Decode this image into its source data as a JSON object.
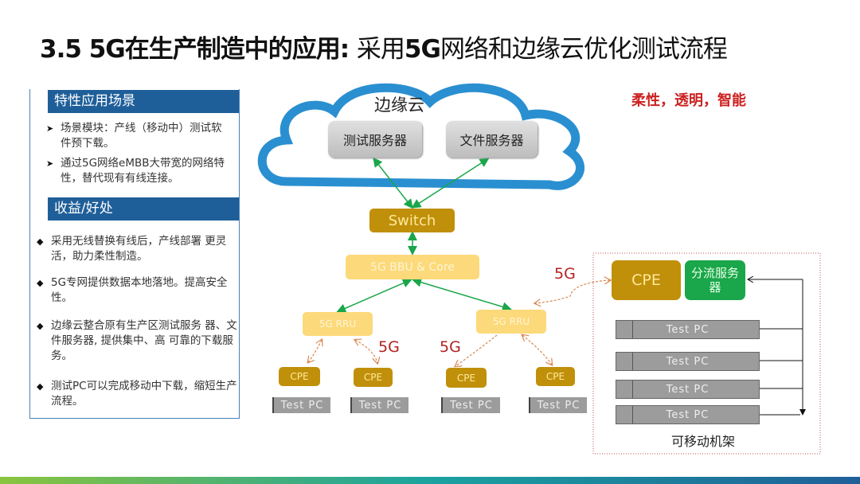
{
  "title": {
    "bold": "3.5 5G在生产制造中的应用: ",
    "rest_prefix": "采用",
    "bold2": "5G",
    "rest": "网络和边缘云优化测试流程"
  },
  "left_panel": {
    "section1": {
      "heading": "特性应用场景",
      "items": [
        "场景模块：产线（移动中）测试软件预下载。",
        "通过5G网络eMBB大带宽的网络特性，替代现有有线连接。"
      ]
    },
    "section2": {
      "heading": "收益/好处",
      "items": [
        "采用无线替换有线后，产线部署 更灵活，助力柔性制造。",
        "5G专网提供数据本地落地。提高安全性。",
        "边缘云整合原有生产区测试服务 器、文件服务器, 提供集中、高 可靠的下载服务。",
        "测试PC可以完成移动中下载，缩短生产流程。"
      ]
    }
  },
  "tagline": "柔性，透明，智能",
  "diagram": {
    "cloud_label": "边缘云",
    "test_server": "测试服务器",
    "file_server": "文件服务器",
    "switch": "Switch",
    "bbu": "5G BBU & Core",
    "rru_left": "5G RRU",
    "rru_right": "5G RRU",
    "cpe": "CPE",
    "test_pc": "Test PC",
    "label_5g": "5G",
    "rack": {
      "cpe": "CPE",
      "shunt_server": "分流服务器",
      "pcs": [
        "Test PC",
        "Test PC",
        "Test PC",
        "Test PC"
      ],
      "label": "可移动机架"
    }
  },
  "colors": {
    "blue": "#1f5f99",
    "gold": "#c0900a",
    "light_gold": "#fcd97a",
    "green": "#1aa64a",
    "red": "#b22222"
  }
}
